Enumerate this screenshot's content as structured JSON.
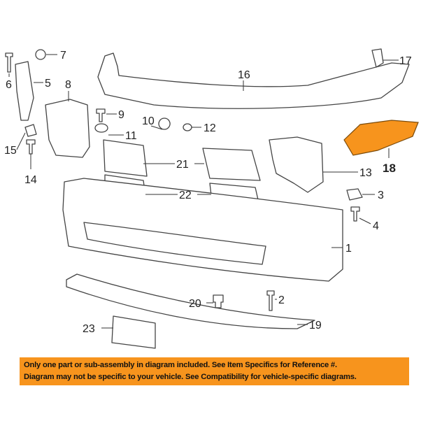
{
  "diagram": {
    "highlight_color": "#f7941d",
    "highlighted_part": "18",
    "callouts": [
      "1",
      "2",
      "3",
      "4",
      "5",
      "6",
      "7",
      "8",
      "9",
      "10",
      "11",
      "12",
      "13",
      "14",
      "15",
      "16",
      "17",
      "18",
      "19",
      "20",
      "21",
      "22",
      "23"
    ]
  },
  "banner": {
    "line1": "Only one part or sub-assembly in diagram included. See Item Specifics for Reference #.",
    "line2": "Diagram may not be specific to your vehicle. See Compatibility for vehicle-specific diagrams."
  }
}
